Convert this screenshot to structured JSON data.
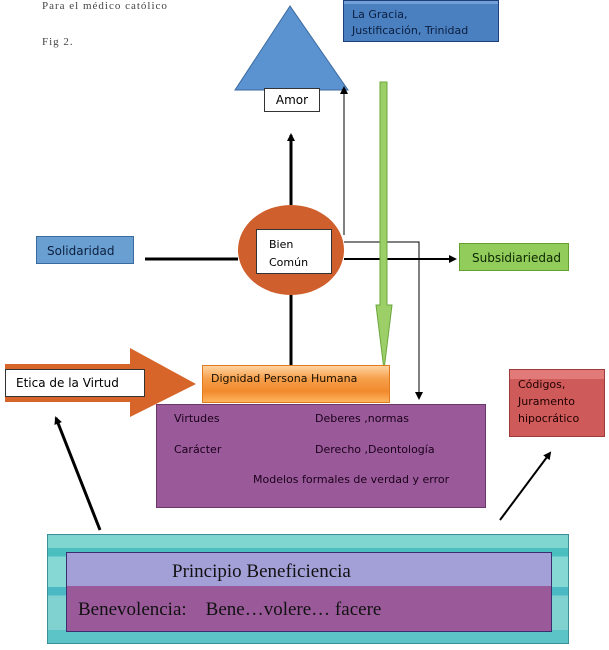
{
  "caption": "Para el médico católico",
  "figure_label": "Fig 2.",
  "gracia": {
    "line1": "La Gracia,",
    "line2": "Justificación, Trinidad"
  },
  "amor": "Amor",
  "bien_comun": {
    "line1": "Bien",
    "line2": "Común"
  },
  "solidaridad": "Solidaridad",
  "subsidiariedad": "Subsidiariedad",
  "etica": "Etica de la Virtud",
  "dignidad": "Dignidad  Persona Humana",
  "purple_box": {
    "virtudes": "Virtudes",
    "deberes": "Deberes ,normas",
    "caracter": "Carácter",
    "derecho": "Derecho ,Deontología",
    "modelos": "Modelos formales de verdad y error"
  },
  "codigos": {
    "line1": "Códigos,",
    "line2": "Juramento",
    "line3": "hipocrático"
  },
  "principio": {
    "title": "Principio  Beneficiencia",
    "subtitle": "Benevolencia:    Bene…volere… facere"
  },
  "colors": {
    "triangle": "#5b93d0",
    "circle": "#cf5f2c",
    "orange_arrow": "#d7652a",
    "green_arrow": "#9ccf68",
    "lines": "#000000"
  }
}
